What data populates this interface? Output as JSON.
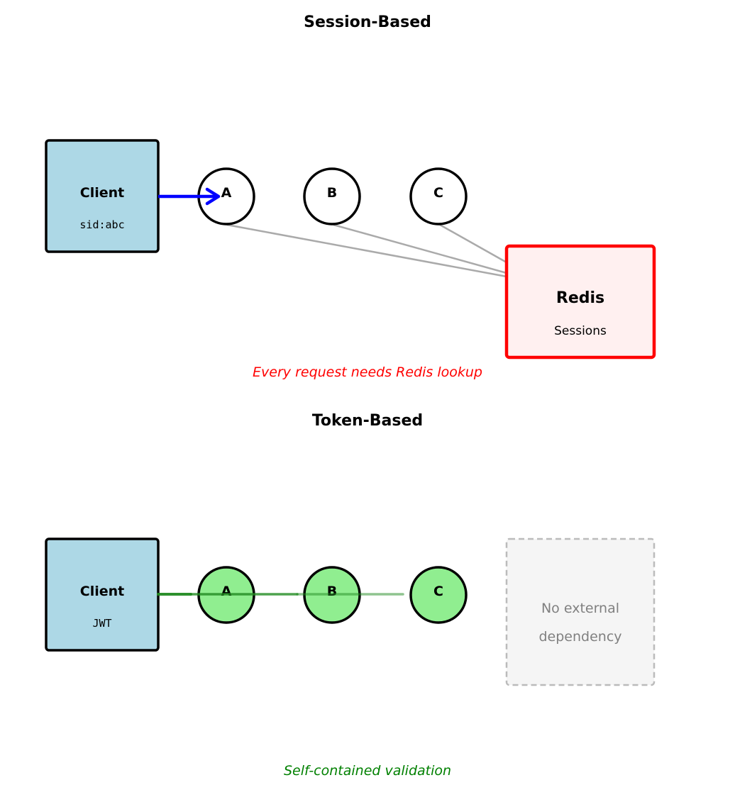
{
  "session": {
    "title": "Session-Based",
    "client": {
      "label": "Client",
      "sub": "sid:abc"
    },
    "servers": [
      {
        "label": "A"
      },
      {
        "label": "B"
      },
      {
        "label": "C"
      }
    ],
    "store": {
      "title": "Redis",
      "sub": "Sessions"
    },
    "caption": "Every request needs Redis lookup",
    "colors": {
      "client_fill": "#add8e6",
      "arrow": "#0000ff",
      "server_fill": "#ffffff",
      "store_border": "#ff0000",
      "store_fill": "#fff0f0",
      "lookup_line": "#aaaaaa",
      "caption": "#ff0000"
    }
  },
  "token": {
    "title": "Token-Based",
    "client": {
      "label": "Client",
      "sub": "JWT"
    },
    "servers": [
      {
        "label": "A"
      },
      {
        "label": "B"
      },
      {
        "label": "C"
      }
    ],
    "no_dependency": {
      "line1": "No external",
      "line2": "dependency"
    },
    "caption": "Self-contained validation",
    "colors": {
      "client_fill": "#add8e6",
      "server_fill": "#90ee90",
      "flow_line": "#228b22",
      "placeholder_border": "#bbbbbb",
      "placeholder_fill": "#f5f5f5",
      "caption": "#008000"
    }
  }
}
